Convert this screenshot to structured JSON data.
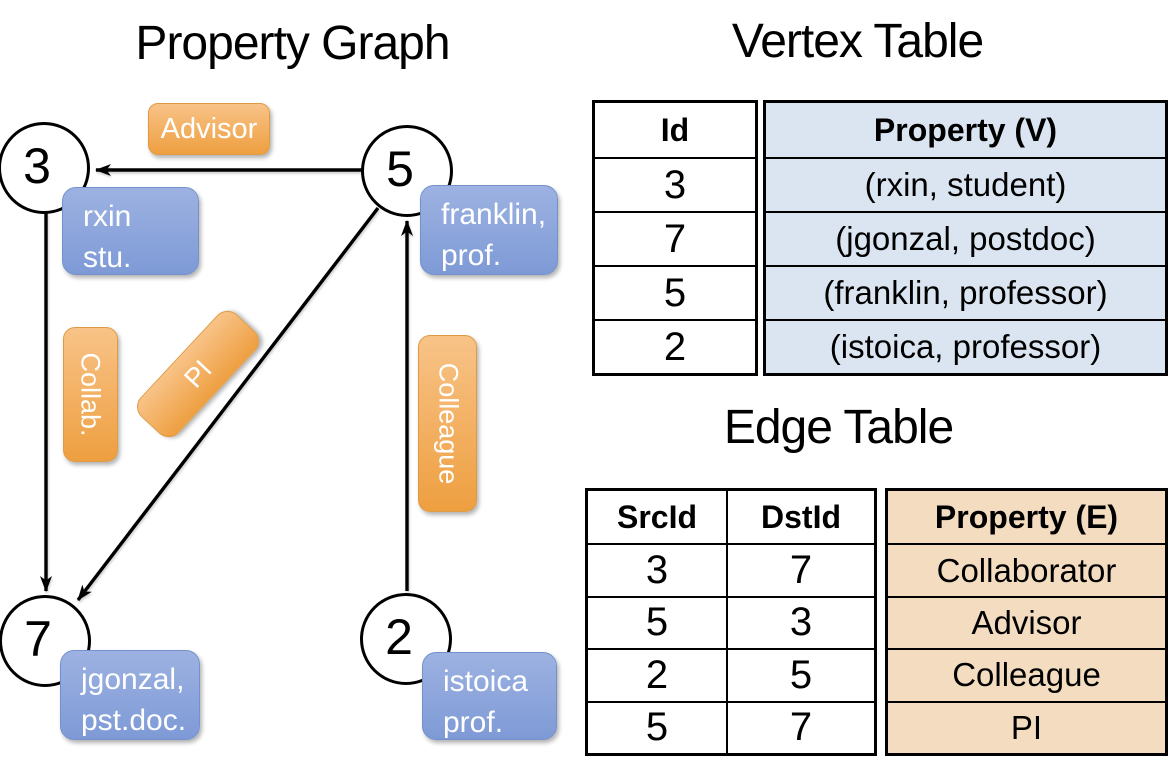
{
  "graph": {
    "title": "Property Graph",
    "nodes": [
      {
        "id": "3",
        "property_lines": [
          "rxin",
          "stu."
        ]
      },
      {
        "id": "5",
        "property_lines": [
          "franklin,",
          "prof."
        ]
      },
      {
        "id": "7",
        "property_lines": [
          "jgonzal,",
          "pst.doc."
        ]
      },
      {
        "id": "2",
        "property_lines": [
          "istoica",
          "prof."
        ]
      }
    ],
    "edge_labels": {
      "advisor": "Advisor",
      "collab": "Collab.",
      "pi": "PI",
      "colleague": "Colleague"
    }
  },
  "vertex_table": {
    "title": "Vertex Table",
    "columns": [
      "Id",
      "Property (V)"
    ],
    "rows": [
      [
        "3",
        "(rxin, student)"
      ],
      [
        "7",
        "(jgonzal, postdoc)"
      ],
      [
        "5",
        "(franklin, professor)"
      ],
      [
        "2",
        "(istoica, professor)"
      ]
    ]
  },
  "edge_table": {
    "title": "Edge Table",
    "columns": [
      "SrcId",
      "DstId",
      "Property (E)"
    ],
    "rows": [
      [
        "3",
        "7",
        "Collaborator"
      ],
      [
        "5",
        "3",
        "Advisor"
      ],
      [
        "2",
        "5",
        "Colleague"
      ],
      [
        "5",
        "7",
        "PI"
      ]
    ]
  },
  "colors": {
    "orange_top": "#f8c388",
    "orange_bottom": "#ee9f40",
    "orange_border": "#e09a44",
    "blue_top": "#9db2e2",
    "blue_bottom": "#7e9ad6",
    "blue_border": "#7491cc",
    "vertex_cell_bg": "#dbe5f1",
    "edge_cell_bg": "#f3dcc0",
    "line_color": "#000000"
  }
}
